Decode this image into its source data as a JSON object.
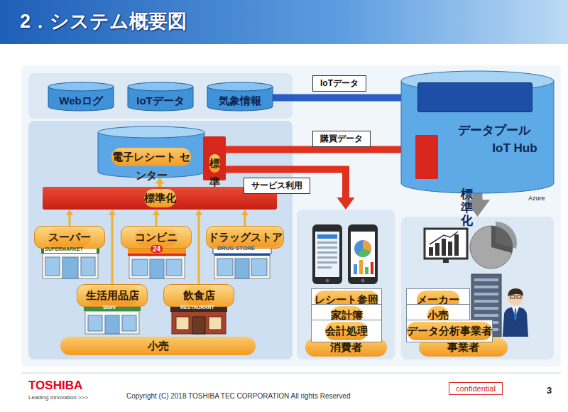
{
  "diagram": {
    "title": "2．システム概要図",
    "nodes": [
      {
        "text": [
          "Webログ"
        ]
      },
      {
        "text": [
          "IoTデータ"
        ]
      },
      {
        "text": [
          "気象情報"
        ]
      },
      {
        "text": [
          "データプール"
        ]
      },
      {
        "text": [
          "IoT Hub"
        ],
        "in": 3
      },
      {
        "text": [
          "標準化"
        ],
        "in": 3
      },
      {
        "text": [
          "小売"
        ]
      },
      {
        "text": [
          "電子レシート センター"
        ],
        "in": 6
      },
      {
        "text": [
          "標準化"
        ],
        "in": 7
      },
      {
        "text": [
          "標準化"
        ],
        "in": 6
      },
      {
        "text": [
          "スーパー"
        ],
        "in": 6
      },
      {
        "text": [
          "コンビニ"
        ],
        "in": 6
      },
      {
        "text": [
          "ドラッグストア"
        ],
        "in": 6
      },
      {
        "text": [
          "生活用品店"
        ],
        "in": 6
      },
      {
        "text": [
          "飲食店"
        ],
        "in": 6
      },
      {
        "text": [
          "消費者"
        ]
      },
      {
        "text": [
          "レシート参照"
        ],
        "in": 15
      },
      {
        "text": [
          "家計簿"
        ],
        "in": 15
      },
      {
        "text": [
          "会計処理"
        ],
        "in": 15
      },
      {
        "text": [
          "事業者"
        ]
      },
      {
        "text": [
          "メーカー"
        ],
        "in": 19
      },
      {
        "text": [
          "小売"
        ],
        "in": 19
      },
      {
        "text": [
          "データ分析事業者"
        ],
        "in": 19
      },
      {
        "text": [
          "confidential"
        ]
      }
    ],
    "edges": [
      {
        "from": 2,
        "to": 4,
        "label": "IoTデータ",
        "arrow": "to"
      },
      {
        "from": 8,
        "to": 5,
        "label": "購買データ",
        "arrow": "to"
      },
      {
        "from": 8,
        "to": 15,
        "label": "サービス利用",
        "arrow": "to"
      },
      {
        "from": 3,
        "to": 19,
        "arrow": "to"
      },
      {
        "from": 9,
        "to": 7,
        "arrow": "to"
      },
      {
        "from": 10,
        "to": 9,
        "arrow": "to"
      },
      {
        "from": 11,
        "to": 9,
        "arrow": "to"
      },
      {
        "from": 12,
        "to": 9,
        "arrow": "to"
      },
      {
        "from": 13,
        "to": 9,
        "arrow": "to"
      },
      {
        "from": 14,
        "to": 9,
        "arrow": "to"
      }
    ],
    "labels": [
      "SUPERMARKET",
      "24",
      "DRUG STORE",
      "Store",
      "RESTAURANT",
      "Azure",
      "TOSHIBA",
      "Leading Innovation >>>",
      "Copyright (C) 2018 TOSHIBA TEC CORPORATION All rights Reserved",
      "3"
    ]
  }
}
